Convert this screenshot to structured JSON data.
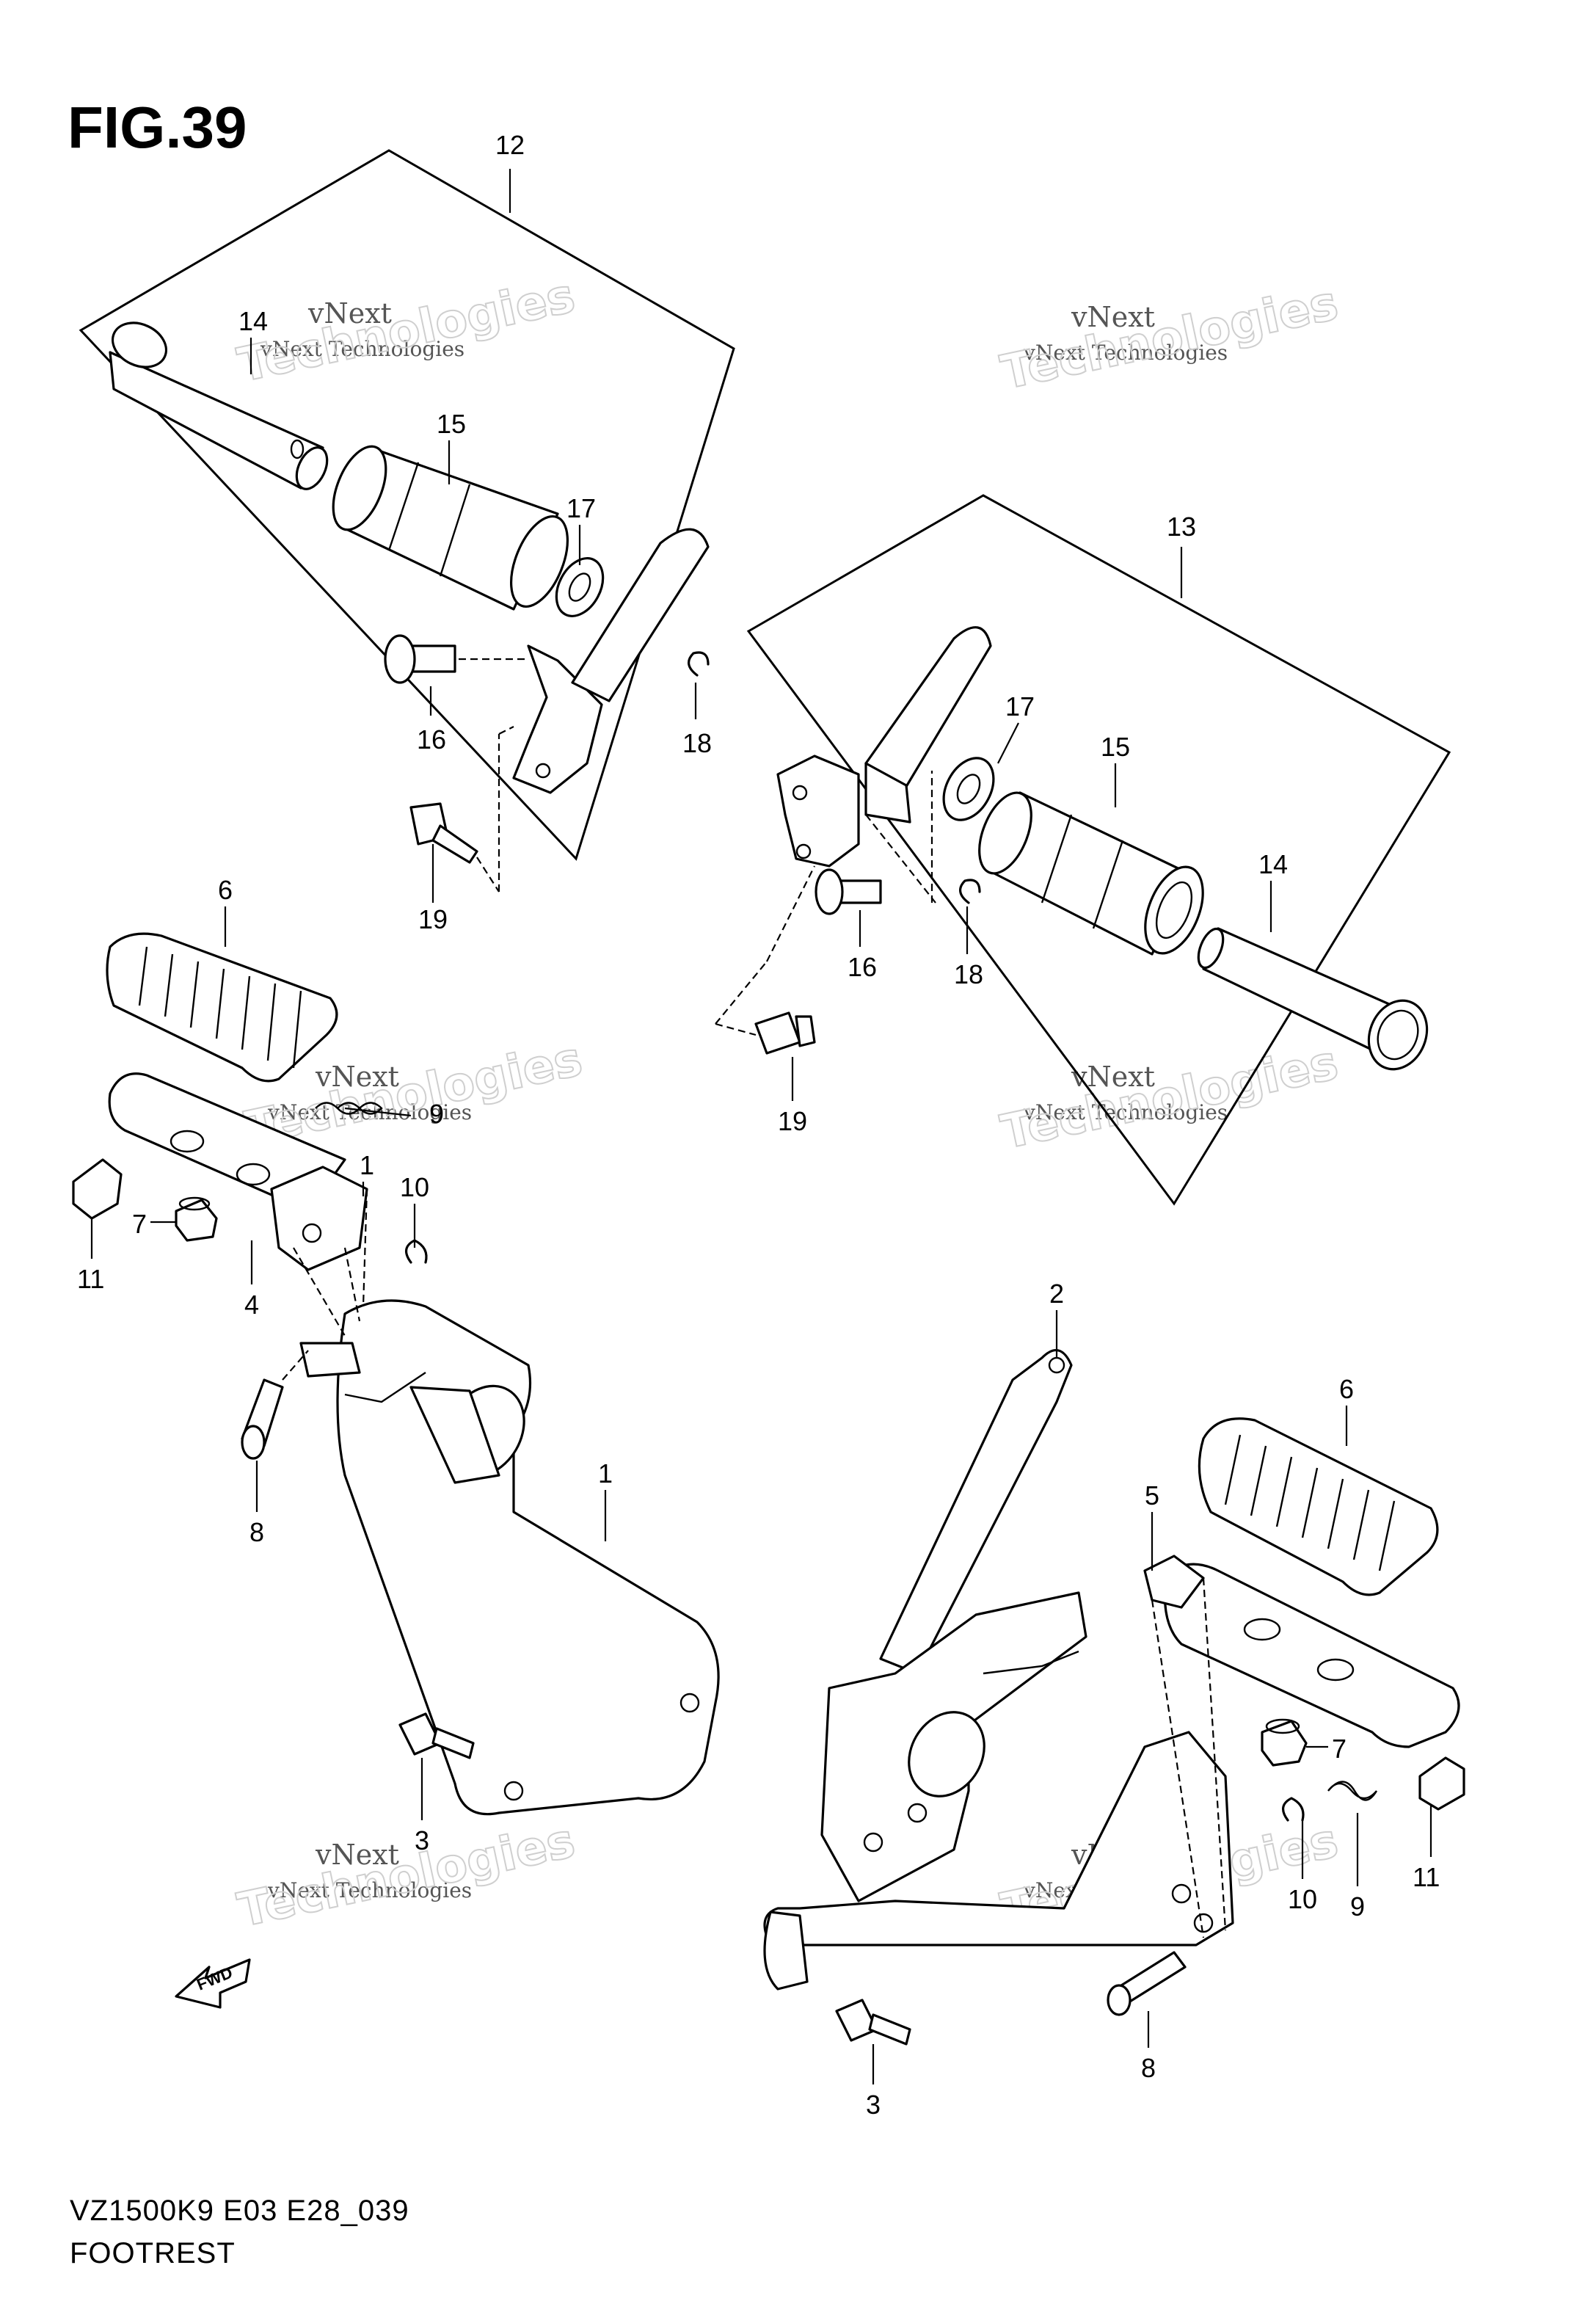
{
  "figure": {
    "title": "FIG.39",
    "model_code": "VZ1500K9 E03 E28_039",
    "caption": "FOOTREST"
  },
  "watermark": {
    "line_top": "vNext",
    "line_mid": "vNext Technologies",
    "line_big": "Technologies"
  },
  "fwd_label": "FWD",
  "callouts": [
    {
      "id": "c12a",
      "label": "12"
    },
    {
      "id": "c14a",
      "label": "14"
    },
    {
      "id": "c15a",
      "label": "15"
    },
    {
      "id": "c17a",
      "label": "17"
    },
    {
      "id": "c16a",
      "label": "16"
    },
    {
      "id": "c18a",
      "label": "18"
    },
    {
      "id": "c19a",
      "label": "19"
    },
    {
      "id": "c13",
      "label": "13"
    },
    {
      "id": "c17b",
      "label": "17"
    },
    {
      "id": "c15b",
      "label": "15"
    },
    {
      "id": "c14b",
      "label": "14"
    },
    {
      "id": "c16b",
      "label": "16"
    },
    {
      "id": "c18b",
      "label": "18"
    },
    {
      "id": "c19b",
      "label": "19"
    },
    {
      "id": "c6a",
      "label": "6"
    },
    {
      "id": "c9a",
      "label": "9"
    },
    {
      "id": "c1a",
      "label": "1"
    },
    {
      "id": "c10a",
      "label": "10"
    },
    {
      "id": "c11a",
      "label": "11"
    },
    {
      "id": "c7a",
      "label": "7"
    },
    {
      "id": "c4",
      "label": "4"
    },
    {
      "id": "c8a",
      "label": "8"
    },
    {
      "id": "c1b",
      "label": "1"
    },
    {
      "id": "c3a",
      "label": "3"
    },
    {
      "id": "c2",
      "label": "2"
    },
    {
      "id": "c6b",
      "label": "6"
    },
    {
      "id": "c5",
      "label": "5"
    },
    {
      "id": "c7b",
      "label": "7"
    },
    {
      "id": "c11b",
      "label": "11"
    },
    {
      "id": "c10b",
      "label": "10"
    },
    {
      "id": "c9b",
      "label": "9"
    },
    {
      "id": "c8b",
      "label": "8"
    },
    {
      "id": "c3b",
      "label": "3"
    }
  ]
}
